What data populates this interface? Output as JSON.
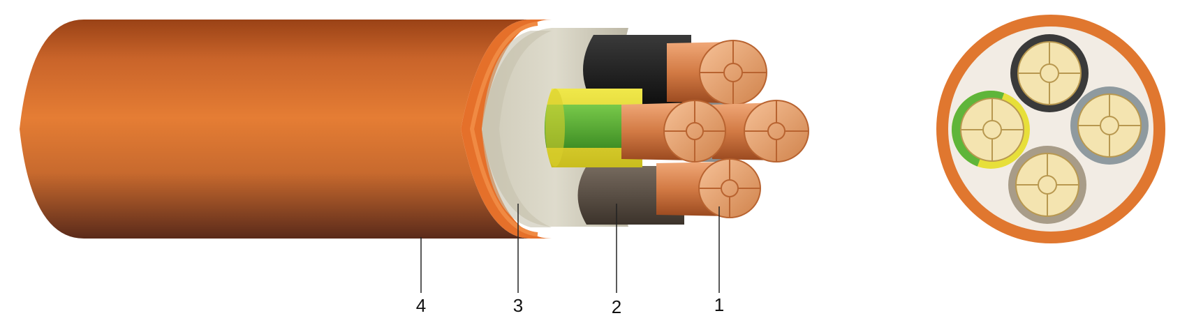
{
  "callouts": [
    {
      "number": "4",
      "part": "outer-sheath"
    },
    {
      "number": "3",
      "part": "filler-bedding"
    },
    {
      "number": "2",
      "part": "core-insulation"
    },
    {
      "number": "1",
      "part": "copper-conductor"
    }
  ],
  "colors": {
    "outer_sheath": "#e0772f",
    "outer_sheath_dark": "#8c3a14",
    "filler": "#d8d4c6",
    "insulation_black": "#1f1f1f",
    "insulation_brown": "#5b5046",
    "insulation_grey": "#8f9a9f",
    "insulation_yellow": "#e7df3a",
    "insulation_green": "#5fb53a",
    "copper": "#d98a52",
    "copper_cross_section": "#f4e4b0",
    "cross_section_fill": "#f2ece4"
  },
  "views": [
    "cable-cutaway",
    "cable-cross-section"
  ]
}
